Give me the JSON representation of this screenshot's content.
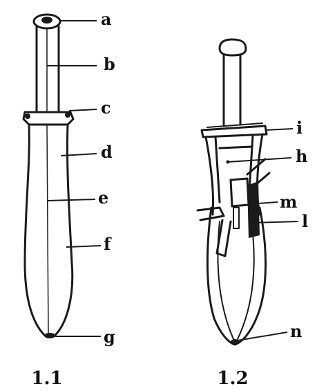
{
  "figure_1_1": {
    "caption": "1.1",
    "labels": {
      "a": "a",
      "b": "b",
      "c": "c",
      "d": "d",
      "e": "e",
      "f": "f",
      "g": "g"
    }
  },
  "figure_1_2": {
    "caption": "1.2",
    "labels": {
      "i": "i",
      "h": "h",
      "m": "m",
      "l": "l",
      "n": "n"
    }
  }
}
